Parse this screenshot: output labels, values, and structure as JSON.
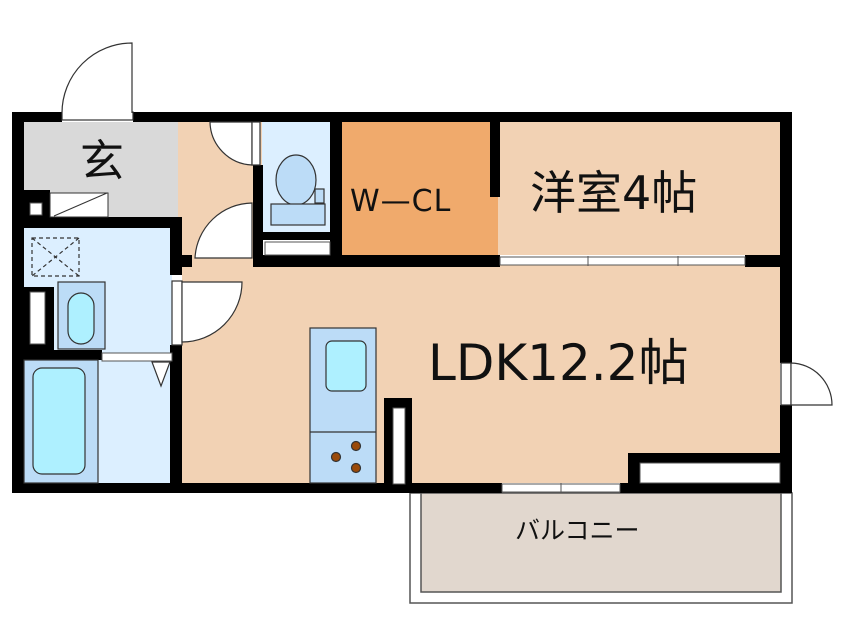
{
  "floor_plan": {
    "layout_type": "1LDK",
    "rooms": [
      {
        "id": "genkan",
        "label": "玄",
        "color": "#d9d9d9"
      },
      {
        "id": "walk-in-closet",
        "label": "W—CL",
        "color": "#f0aa6c"
      },
      {
        "id": "western-room",
        "label": "洋室4帖",
        "color": "#f2d2b4"
      },
      {
        "id": "ldk",
        "label": "LDK12.2帖",
        "color": "#f2d2b4"
      },
      {
        "id": "balcony",
        "label": "バルコニー",
        "color": "#e1d7ce"
      },
      {
        "id": "toilet",
        "label": "",
        "color": "#dcefff"
      },
      {
        "id": "washroom",
        "label": "",
        "color": "#dcefff"
      },
      {
        "id": "bathroom",
        "label": "",
        "color": "#dcefff"
      },
      {
        "id": "hallway",
        "label": "",
        "color": "#f2d2b4"
      }
    ],
    "colors": {
      "wall": "#000000",
      "wet_area": "#dcefff",
      "fixture": "#bcdcf7",
      "fixture_inner": "#aef0ff",
      "stove_burner": "#9a4a0a"
    }
  }
}
